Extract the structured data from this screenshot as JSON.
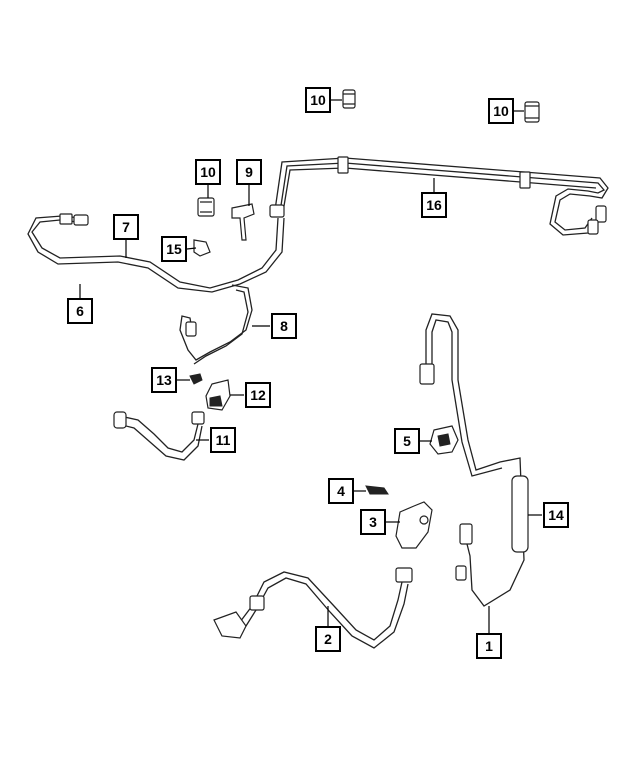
{
  "callouts": [
    {
      "id": "c10a",
      "label": "10"
    },
    {
      "id": "c10b",
      "label": "10"
    },
    {
      "id": "c10c",
      "label": "10"
    },
    {
      "id": "c9",
      "label": "9"
    },
    {
      "id": "c16",
      "label": "16"
    },
    {
      "id": "c7",
      "label": "7"
    },
    {
      "id": "c15",
      "label": "15"
    },
    {
      "id": "c6",
      "label": "6"
    },
    {
      "id": "c8",
      "label": "8"
    },
    {
      "id": "c13",
      "label": "13"
    },
    {
      "id": "c12",
      "label": "12"
    },
    {
      "id": "c11",
      "label": "11"
    },
    {
      "id": "c5",
      "label": "5"
    },
    {
      "id": "c4",
      "label": "4"
    },
    {
      "id": "c3",
      "label": "3"
    },
    {
      "id": "c14",
      "label": "14"
    },
    {
      "id": "c2",
      "label": "2"
    },
    {
      "id": "c1",
      "label": "1"
    }
  ]
}
